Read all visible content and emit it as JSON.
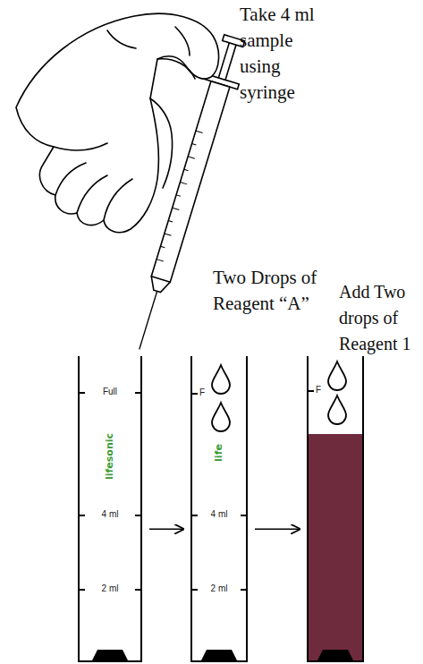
{
  "diagram": {
    "nodes": [
      {
        "text": [
          "Full",
          "lifesonic",
          "4 ml",
          "2 ml"
        ]
      },
      {
        "text": [
          "F",
          "life",
          "4 ml",
          "2 ml"
        ]
      },
      {
        "text": [
          "F"
        ]
      }
    ],
    "edges": [
      {
        "from": 0,
        "to": 1,
        "arrow": "to"
      },
      {
        "from": 1,
        "to": 2,
        "arrow": "to"
      }
    ],
    "labels": [
      "Take 4 ml sample using syringe",
      "Two Drops of Reagent “A”",
      "Add Two drops of Reagent 1"
    ]
  }
}
